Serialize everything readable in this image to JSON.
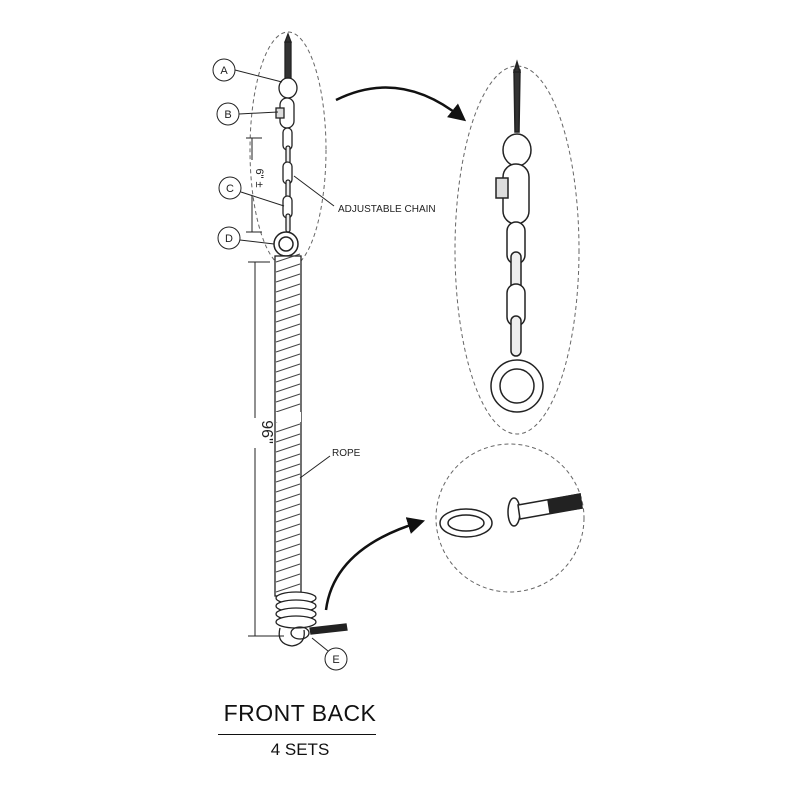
{
  "callouts": {
    "a": "A",
    "b": "B",
    "c": "C",
    "d": "D",
    "e": "E"
  },
  "annotations": {
    "chain_length": "6\" ±",
    "adjustable_chain": "ADJUSTABLE CHAIN",
    "rope_length": "96\"",
    "rope": "ROPE"
  },
  "caption": {
    "title": "FRONT BACK",
    "subtitle": "4 SETS"
  },
  "colors": {
    "line": "#222222",
    "dashed_outline": "#666666",
    "background": "#ffffff"
  }
}
